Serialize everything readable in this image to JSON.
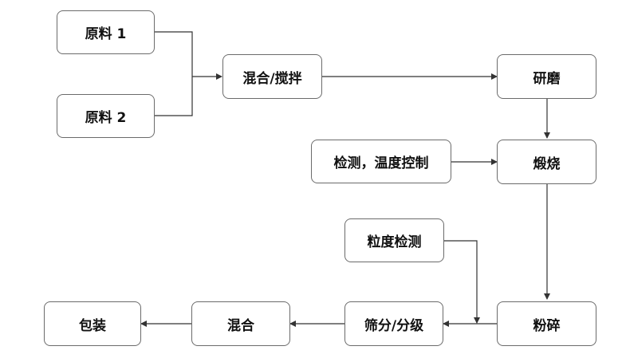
{
  "nodes": {
    "raw1": "原料 1",
    "raw2": "原料 2",
    "mix_stir": "混合/搅拌",
    "grind": "研磨",
    "inspect_temp": "检测，温度控制",
    "calcine": "煅烧",
    "size_check": "粒度检测",
    "crush": "粉碎",
    "sieve": "筛分/分级",
    "mix": "混合",
    "pack": "包装"
  }
}
